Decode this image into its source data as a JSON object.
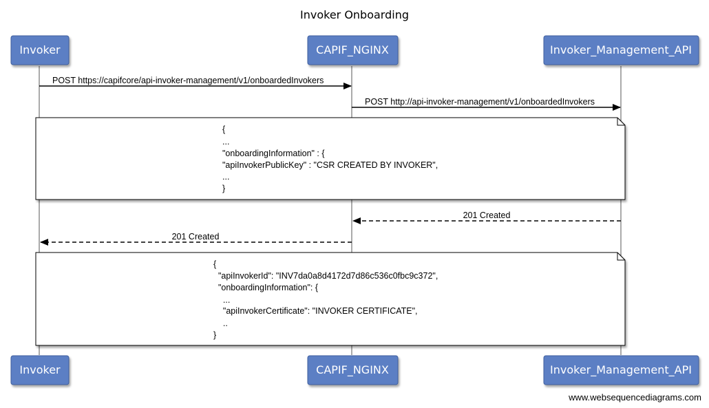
{
  "title": "Invoker Onboarding",
  "participants": [
    "Invoker",
    "CAPIF_NGINX",
    "Invoker_Management_API"
  ],
  "messages": [
    "POST https://capifcore/api-invoker-management/v1/onboardedInvokers",
    "POST http://api-invoker-management/v1/onboardedInvokers",
    "201 Created",
    "201 Created"
  ],
  "note1": {
    "lines": [
      "{",
      "...",
      "\"onboardingInformation\" : {",
      "\"apiInvokerPublicKey\" : \"CSR CREATED BY INVOKER\",",
      "...",
      "}"
    ]
  },
  "note2": {
    "lines": [
      "{",
      "  \"apiInvokerId\": \"INV7da0a8d4172d7d86c536c0fbc9c372\",",
      "  \"onboardingInformation\": {",
      "    ...",
      "    \"apiInvokerCertificate\": \"INVOKER CERTIFICATE\",",
      "    ..",
      "}"
    ]
  },
  "footer": "www.websequencediagrams.com",
  "colors": {
    "actor_fill": "#5b7fc4",
    "actor_border": "#3f5f9e",
    "line": "#000000",
    "note_fill": "#ffffff"
  }
}
